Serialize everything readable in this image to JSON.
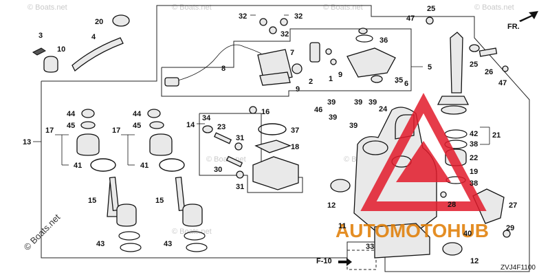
{
  "watermark": {
    "copyright": "© Boats.net",
    "logo_text": "AUTOMOTOHUB"
  },
  "diagram": {
    "code": "ZVJ4F1100",
    "direction_label": "FR.",
    "reference_label": "F-10",
    "callouts": {
      "p1": "1",
      "p2": "2",
      "p3": "3",
      "p4": "4",
      "p5": "5",
      "p6": "6",
      "p7": "7",
      "p8": "8",
      "p9a": "9",
      "p9b": "9",
      "p10": "10",
      "p11": "11",
      "p12a": "12",
      "p12b": "12",
      "p13": "13",
      "p14": "14",
      "p15a": "15",
      "p15b": "15",
      "p16": "16",
      "p17a": "17",
      "p17b": "17",
      "p18": "18",
      "p19": "19",
      "p20": "20",
      "p21": "21",
      "p22": "22",
      "p23": "23",
      "p24": "24",
      "p25a": "25",
      "p25b": "25",
      "p26": "26",
      "p27": "27",
      "p28": "28",
      "p29": "29",
      "p30": "30",
      "p31a": "31",
      "p31b": "31",
      "p32a": "32",
      "p32b": "32",
      "p32c": "32",
      "p33": "33",
      "p34": "34",
      "p35": "35",
      "p36": "36",
      "p37": "37",
      "p38a": "38",
      "p38b": "38",
      "p39a": "39",
      "p39b": "39",
      "p39c": "39",
      "p39d": "39",
      "p39e": "39",
      "p40": "40",
      "p41a": "41",
      "p41b": "41",
      "p42": "42",
      "p43a": "43",
      "p43b": "43",
      "p44a": "44",
      "p44b": "44",
      "p45a": "45",
      "p45b": "45",
      "p46": "46",
      "p47a": "47",
      "p47b": "47"
    }
  }
}
